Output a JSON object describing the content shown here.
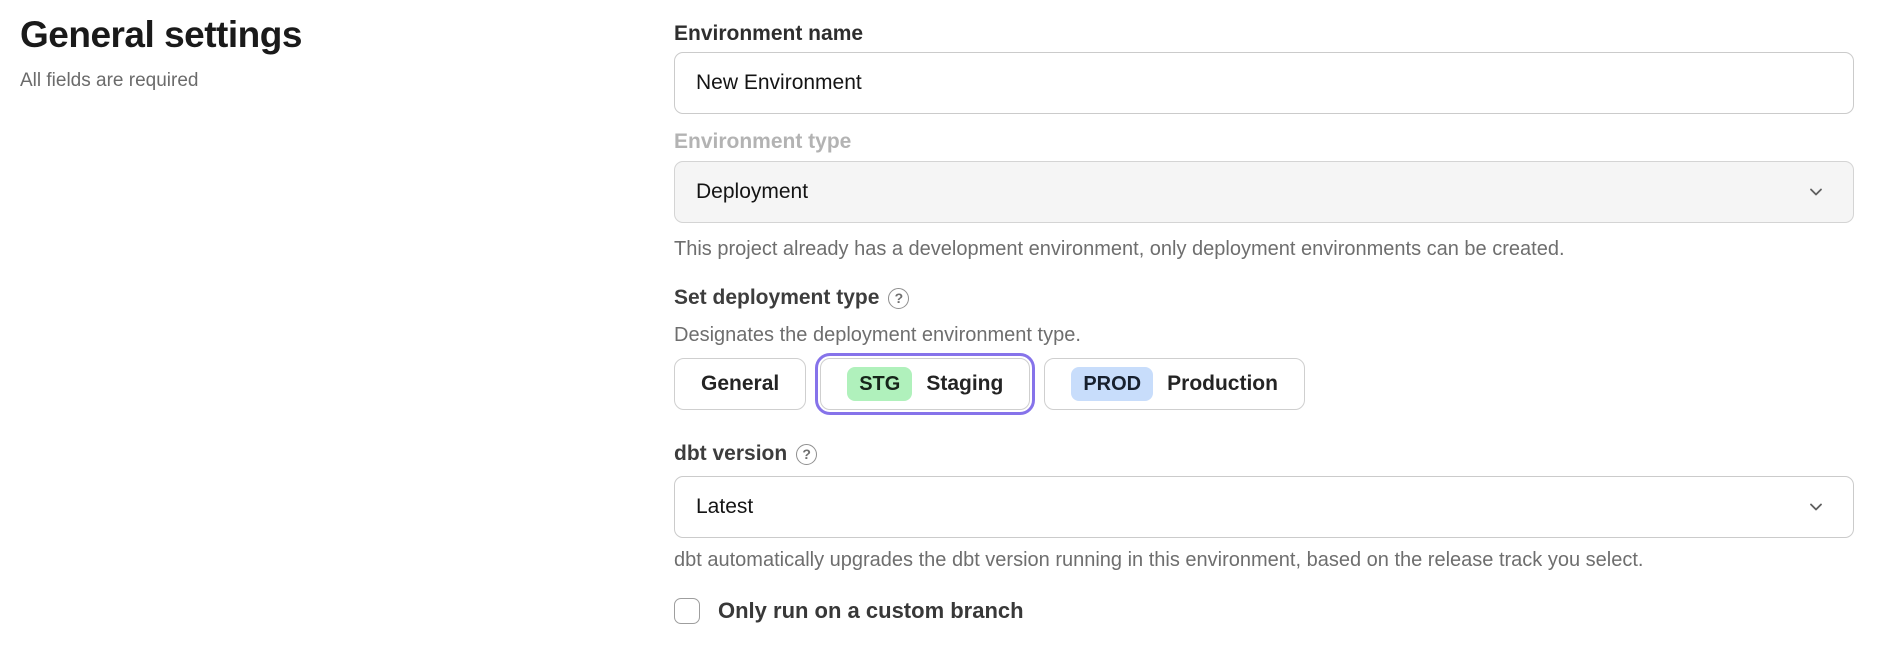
{
  "page": {
    "title": "General settings",
    "subtitle": "All fields are required"
  },
  "form": {
    "environment_name": {
      "label": "Environment name",
      "value": "New Environment"
    },
    "environment_type": {
      "label": "Environment type",
      "value": "Deployment",
      "helper": "This project already has a development environment, only deployment environments can be created."
    },
    "deployment_type": {
      "label": "Set deployment type",
      "description": "Designates the deployment environment type.",
      "options": [
        {
          "label": "General",
          "badge": "",
          "selected": false
        },
        {
          "label": "Staging",
          "badge": "STG",
          "selected": true
        },
        {
          "label": "Production",
          "badge": "PROD",
          "selected": false
        }
      ]
    },
    "dbt_version": {
      "label": "dbt version",
      "value": "Latest",
      "helper": "dbt automatically upgrades the dbt version running in this environment, based on the release track you select."
    },
    "custom_branch": {
      "label": "Only run on a custom branch",
      "checked": false
    }
  },
  "icons": {
    "help": "?"
  },
  "colors": {
    "accent_ring": "#8673ea",
    "staging_badge_bg": "#b0f1bc",
    "production_badge_bg": "#c8ddfb",
    "disabled_select_bg": "#f5f5f5"
  }
}
